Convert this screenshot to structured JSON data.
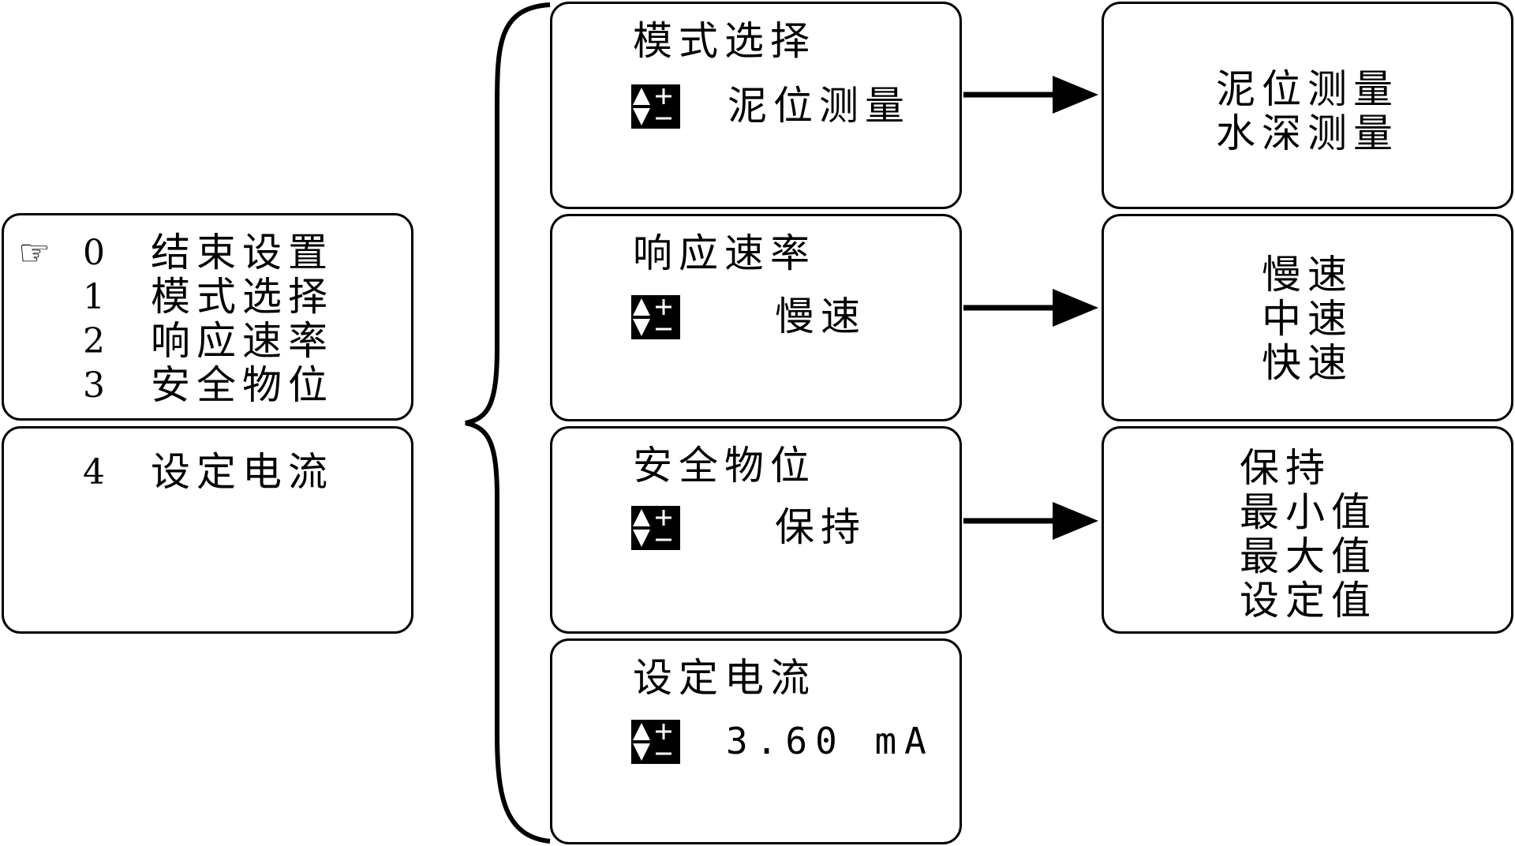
{
  "main_menu": {
    "pointer_glyph": "☞",
    "items": [
      {
        "num": "0",
        "label": "结束设置"
      },
      {
        "num": "1",
        "label": "模式选择"
      },
      {
        "num": "2",
        "label": "响应速率"
      },
      {
        "num": "3",
        "label": "安全物位"
      }
    ],
    "page2_items": [
      {
        "num": "4",
        "label": "设定电流"
      }
    ]
  },
  "settings": [
    {
      "title": "模式选择",
      "value": "泥位测量",
      "options": [
        "泥位测量",
        "水深测量"
      ]
    },
    {
      "title": "响应速率",
      "value": "慢速",
      "options": [
        "慢速",
        "中速",
        "快速"
      ]
    },
    {
      "title": "安全物位",
      "value": "保持",
      "options": [
        "保持",
        "最小值",
        "最大值",
        "设定值"
      ]
    },
    {
      "title": "设定电流",
      "value": "3.60 mA"
    }
  ],
  "icons": {
    "adjust": "up-down-plus-minus-icon",
    "pointer": "pointing-hand-icon",
    "arrow": "right-arrow-icon"
  }
}
